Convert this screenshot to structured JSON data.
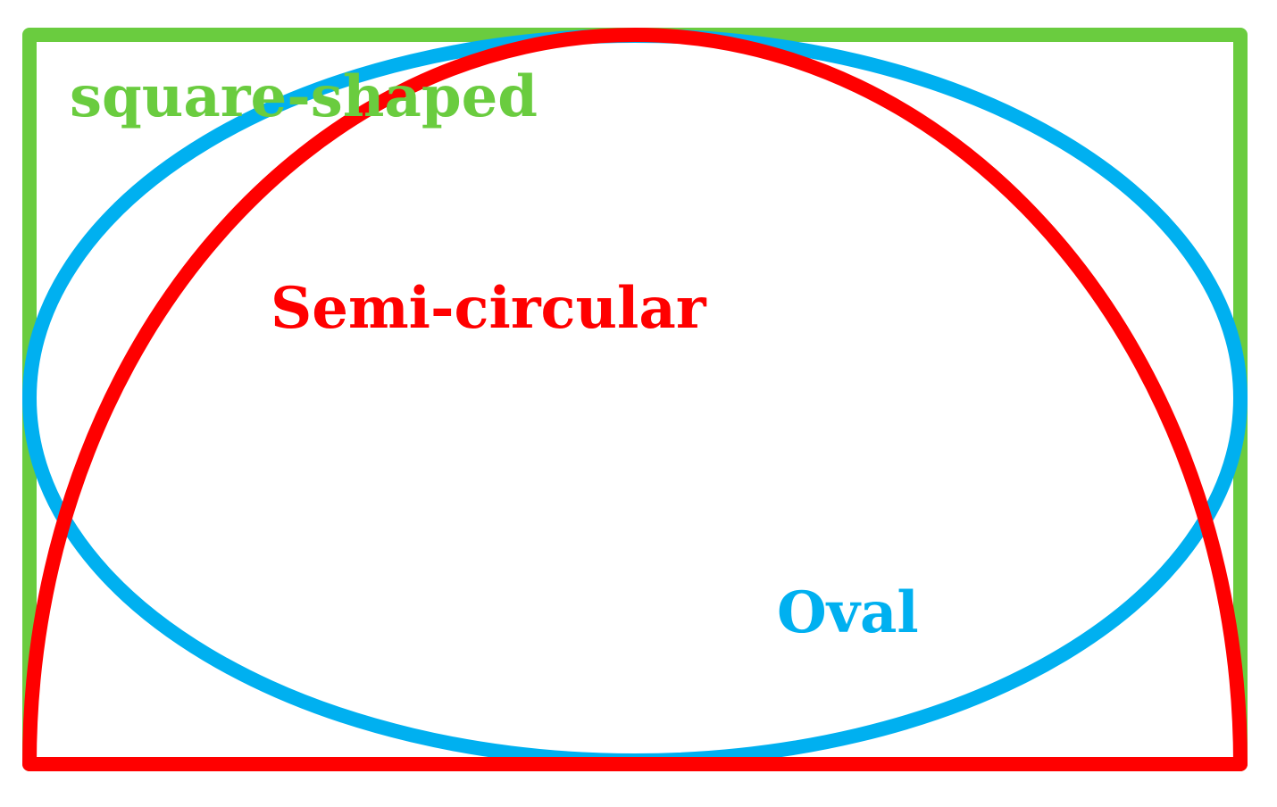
{
  "diagram": {
    "shapes": [
      {
        "label": "square-shaped",
        "color": "#6acc3f",
        "kind": "rectangle"
      },
      {
        "label": "Oval",
        "color": "#00b0f0",
        "kind": "ellipse"
      },
      {
        "label": "Semi-circular",
        "color": "#ff0000",
        "kind": "semicircle"
      }
    ]
  }
}
